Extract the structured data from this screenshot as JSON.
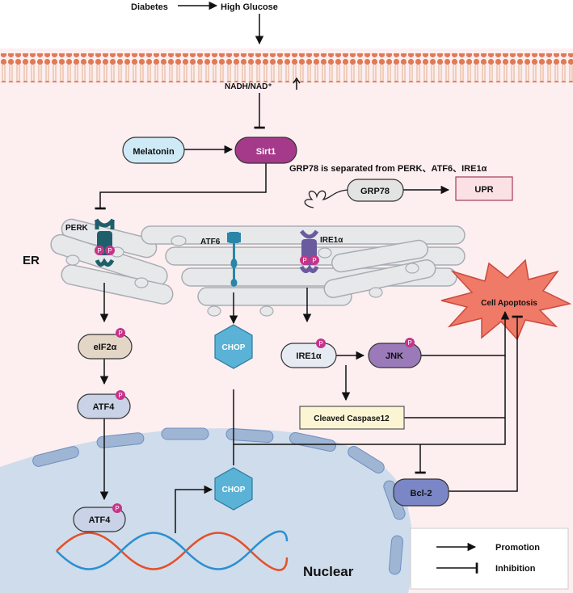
{
  "top": {
    "diabetes": "Diabetes",
    "high_glucose": "High Glucose",
    "nadh": "NADH/NAD⁺"
  },
  "nodes": {
    "melatonin": "Melatonin",
    "sirt1": "Sirt1",
    "grp78_note": "GRP78 is separated from PERK、ATF6、IRE1α",
    "grp78": "GRP78",
    "upr": "UPR",
    "perk": "PERK",
    "atf6": "ATF6",
    "ire1a_receptor": "IRE1α",
    "er": "ER",
    "cell_apoptosis": "Cell Apoptosis",
    "eif2a": "eIF2α",
    "atf4": "ATF4",
    "atf4_nuclear": "ATF4",
    "chop": "CHOP",
    "chop_nuclear": "CHOP",
    "ire1a": "IRE1α",
    "jnk": "JNK",
    "cleaved_caspase12": "Cleaved Caspase12",
    "bcl2": "Bcl-2",
    "nuclear": "Nuclear",
    "phospho": "P"
  },
  "legend": {
    "promotion": "Promotion",
    "inhibition": "Inhibition"
  },
  "colors": {
    "background": "#fdeef0",
    "membrane": "#e07a55",
    "sirt1": "#a53a8a",
    "melatonin": "#cfeaf7",
    "er": "#e6e8ea",
    "perk": "#1f5f6b",
    "atf6": "#2a86a8",
    "ire1a": "#6a5a9e",
    "phospho": "#c8338a",
    "chop": "#5ab3d6",
    "jnk": "#9a7ab8",
    "bcl2": "#7b86c6",
    "apoptosis": "#f07a68",
    "nucleus": "#cfdceb",
    "upr": "#fbe0e4"
  }
}
